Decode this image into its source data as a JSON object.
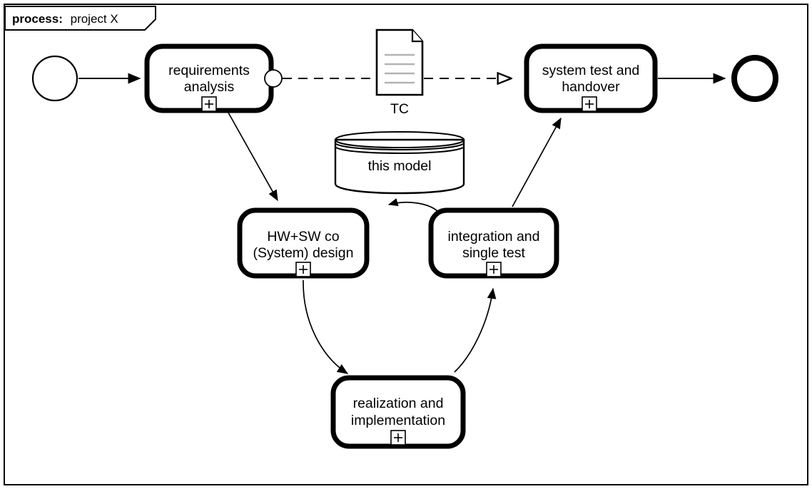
{
  "pool": {
    "label_prefix": "process:",
    "label_value": "project X"
  },
  "events": {
    "start": {
      "name": "start-event"
    },
    "end": {
      "name": "end-event"
    },
    "intermediate": {
      "name": "intermediate-event"
    }
  },
  "tasks": [
    {
      "id": "requirements-analysis",
      "line1": "requirements",
      "line2": "analysis",
      "marker": "sub-process-plus"
    },
    {
      "id": "system-test-and-handover",
      "line1": "system test and",
      "line2": "handover",
      "marker": "sub-process-plus"
    },
    {
      "id": "hw-sw-co-system-design",
      "line1": "HW+SW co",
      "line2": "(System) design",
      "marker": "sub-process-plus"
    },
    {
      "id": "integration-and-single-test",
      "line1": "integration and",
      "line2": "single test",
      "marker": "sub-process-plus"
    },
    {
      "id": "realization-and-implementation",
      "line1": "realization and",
      "line2": "implementation",
      "marker": "sub-process-plus"
    }
  ],
  "artifacts": {
    "document": {
      "label": "TC"
    },
    "data_store": {
      "label": "this model"
    }
  },
  "colors": {
    "stroke": "#000000",
    "background": "#ffffff",
    "doc_lines": "#b3b3b3"
  }
}
